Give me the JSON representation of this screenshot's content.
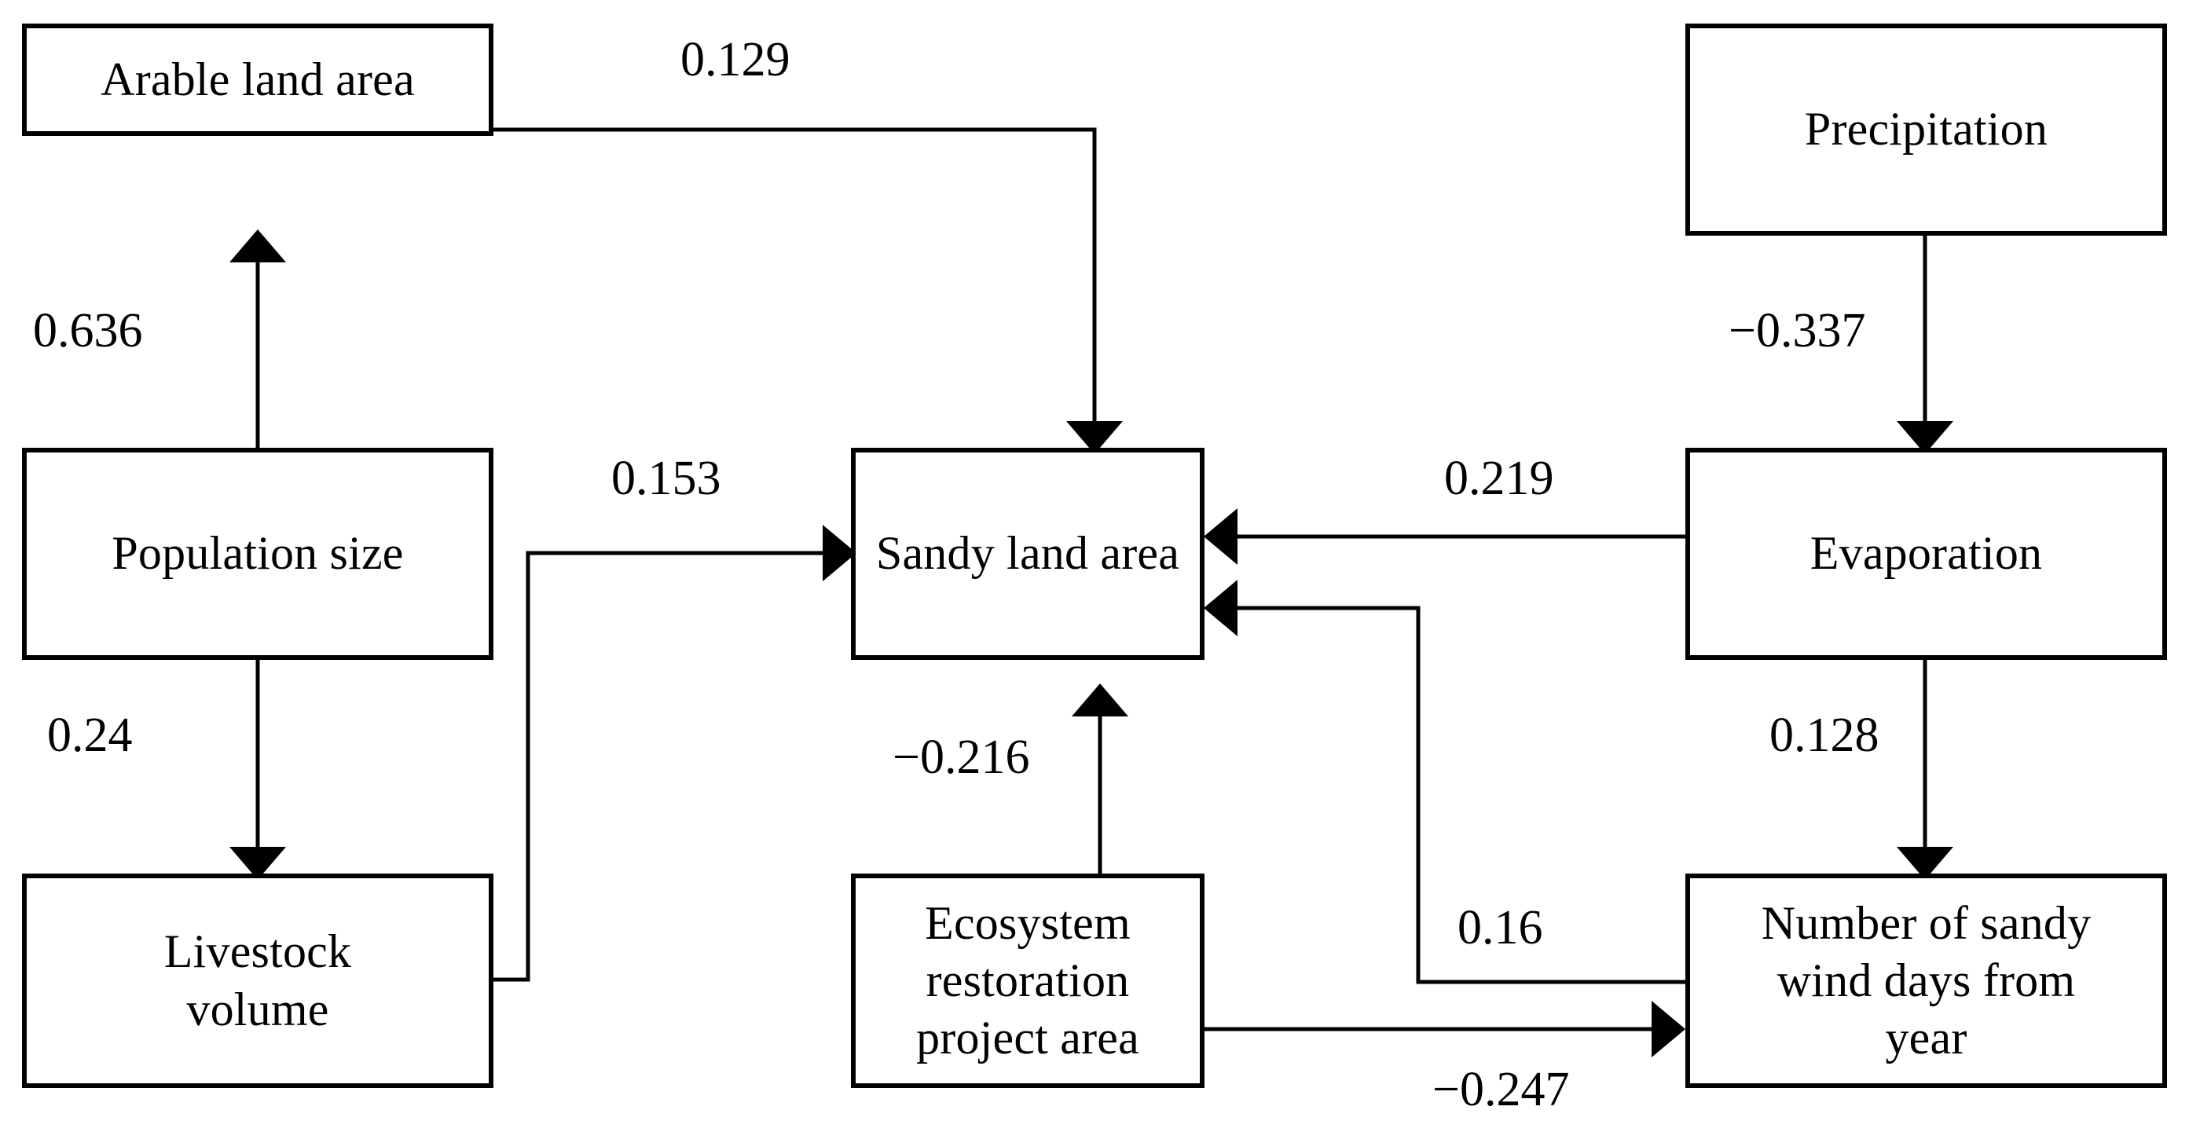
{
  "diagram": {
    "type": "path-analysis-diagram",
    "title": "",
    "nodes": [
      {
        "id": "arable_land_area",
        "label": "Arable land area"
      },
      {
        "id": "population_size",
        "label": "Population size"
      },
      {
        "id": "livestock_volume",
        "label": "Livestock\nvolume"
      },
      {
        "id": "sandy_land_area",
        "label": "Sandy land area"
      },
      {
        "id": "ecosystem_restoration_project_area",
        "label": "Ecosystem\nrestoration\nproject area"
      },
      {
        "id": "precipitation",
        "label": "Precipitation"
      },
      {
        "id": "evaporation",
        "label": "Evaporation"
      },
      {
        "id": "sandy_wind_days",
        "label": "Number of sandy\nwind days from\nyear"
      }
    ],
    "edges": [
      {
        "from": "arable_land_area",
        "to": "sandy_land_area",
        "coefficient": "0.129"
      },
      {
        "from": "population_size",
        "to": "arable_land_area",
        "coefficient": "0.636"
      },
      {
        "from": "population_size",
        "to": "livestock_volume",
        "coefficient": "0.24"
      },
      {
        "from": "livestock_volume",
        "to": "sandy_land_area",
        "coefficient": "0.153"
      },
      {
        "from": "ecosystem_restoration_project_area",
        "to": "sandy_land_area",
        "coefficient": "−0.216"
      },
      {
        "from": "precipitation",
        "to": "evaporation",
        "coefficient": "−0.337"
      },
      {
        "from": "evaporation",
        "to": "sandy_land_area",
        "coefficient": "0.219"
      },
      {
        "from": "evaporation",
        "to": "sandy_wind_days",
        "coefficient": "0.128"
      },
      {
        "from": "sandy_wind_days",
        "to": "sandy_land_area",
        "coefficient": "0.16"
      },
      {
        "from": "ecosystem_restoration_project_area",
        "to": "sandy_wind_days",
        "coefficient": "−0.247"
      }
    ]
  },
  "colors": {
    "stroke": "#000000",
    "background": "#ffffff",
    "text": "#000000"
  }
}
